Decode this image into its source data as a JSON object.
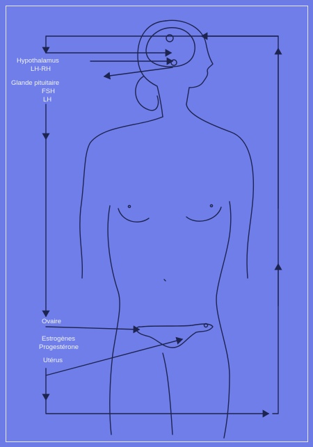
{
  "labels": {
    "hypothalamus": "Hypothalamus",
    "lh_rh": "LH-RH",
    "glande_pituitaire": "Glande pituitaire",
    "fsh": "FSH",
    "lh": "LH",
    "ovaire": "Ovaire",
    "estrogenes": "Estrogènes",
    "progesterone": "Progestérone",
    "uterus": "Utérus"
  },
  "colors": {
    "background": "#6f7ee8",
    "line": "#1e2450",
    "text": "#f1f3ff"
  }
}
